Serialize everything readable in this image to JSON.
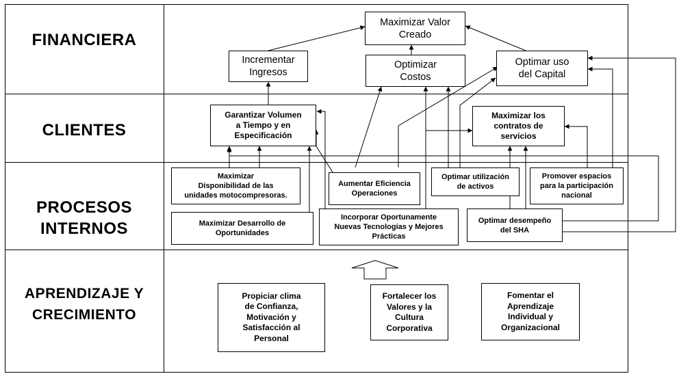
{
  "perspectives": {
    "financiera": "FINANCIERA",
    "clientes": "CLIENTES",
    "procesos": "PROCESOS\nINTERNOS",
    "aprendizaje": "APRENDIZAJE Y\nCRECIMIENTO"
  },
  "objectives": {
    "maximizar_valor": "Maximizar Valor\nCreado",
    "incrementar_ingresos": "Incrementar\nIngresos",
    "optimizar_costos": "Optimizar\nCostos",
    "optimar_capital": "Optimar uso\ndel Capital",
    "garantizar_volumen": "Garantizar Volumen\na Tiempo y en\nEspecificación",
    "maximizar_contratos": "Maximizar los\ncontratos de\nservicios",
    "maximizar_disponibilidad": "Maximizar\nDisponibilidad de las\nunidades motocompresoras.",
    "aumentar_eficiencia": "Aumentar Eficiencia\nOperaciones",
    "optimar_activos": "Optimar utilización\nde activos",
    "promover_espacios": "Promover espacios\npara la participación\nnacional",
    "maximizar_desarrollo": "Maximizar Desarrollo de\nOportunidades",
    "incorporar_tecnologias": "Incorporar Oportunamente\nNuevas Tecnologías y Mejores\nPrácticas",
    "optimar_sha": "Optimar desempeño\ndel SHA",
    "propiciar_clima": "Propiciar clima\nde Confianza,\nMotivación y\nSatisfacción  al\nPersonal",
    "fortalecer_valores": "Fortalecer los\nValores y la\nCultura\nCorporativa",
    "fomentar_aprendizaje": "Fomentar el\nAprendizaje\nIndividual y\nOrganizacional"
  }
}
